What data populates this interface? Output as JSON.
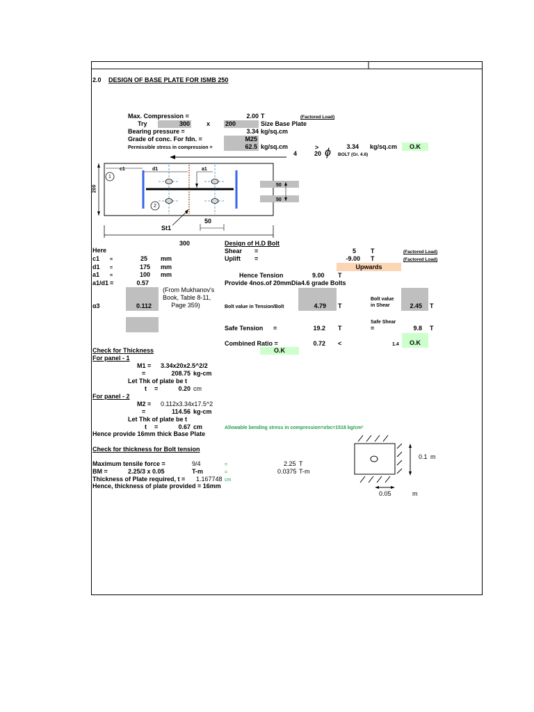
{
  "section": {
    "number": "2.0",
    "title": "DESIGN OF BASE PLATE FOR ISMB 250"
  },
  "summary": {
    "max_compression_label": "Max. Compression =",
    "max_compression_value": "2.00",
    "max_compression_unit": "T",
    "factored_load": "(Factored Load)",
    "try_label": "Try",
    "try_length": "300",
    "try_x": "x",
    "try_width": "200",
    "try_suffix": "Size Base Plate",
    "bearing_label": "Bearing pressure =",
    "bearing_value": "3.34",
    "bearing_unit": "kg/sq.cm",
    "grade_label": "Grade of conc. For fdn. =",
    "grade_value": "M25",
    "perm_label": "Permissible stress in compression  =",
    "perm_value": "62.5",
    "perm_unit": "kg/sq.cm",
    "gt": ">",
    "compare_value": "3.34",
    "compare_unit": "kg/sq.cm",
    "ok": "O.K",
    "bolt_count": "4",
    "bolt_dia": "20",
    "bolt_phi": "ϕ",
    "bolt_grade": "BOLT (Gr. 4.6)"
  },
  "diagram": {
    "c1": "c1",
    "d1": "d1",
    "a1": "a1",
    "dim_200": "200",
    "circle1": "1",
    "circle2": "2",
    "dim_50a": "50",
    "dim_50b": "50",
    "dim_50c": "50",
    "st1": "St1",
    "dim_300": "300"
  },
  "left": {
    "here": "Here",
    "c1_label": "c1",
    "c1_eq": "=",
    "c1_val": "25",
    "c1_unit": "mm",
    "d1_label": "d1",
    "d1_eq": "=",
    "d1_val": "175",
    "d1_unit": "mm",
    "a1_label": "a1",
    "a1_eq": "=",
    "a1_val": "100",
    "a1_unit": "mm",
    "ratio_label": "a1/d1",
    "ratio_eq": "=",
    "ratio_val": "0.57",
    "ref_line1": "(From Mukhanov's",
    "ref_line2": "Book, Table 8-11,",
    "ref_line3": "Page 359)",
    "alpha_label": "α3",
    "alpha_val": "0.112"
  },
  "bolt": {
    "title": "Design of H.D Bolt",
    "shear_label": "Shear",
    "shear_eq": "=",
    "shear_val": "5",
    "shear_unit": "T",
    "shear_note": "(Factored Load)",
    "uplift_label": "Uplift",
    "uplift_eq": "=",
    "uplift_val": "-9.00",
    "uplift_unit": "T",
    "uplift_note": "(Factored Load)",
    "upwards": "Upwards",
    "tension_label": "Hence Tension",
    "tension_val": "9.00",
    "tension_unit": "T",
    "provide_text": "Provide  4nos.of  20mmDia4.6 grade Bolts",
    "bv_tension_label": "Bolt value in Tension/Bolt",
    "bv_tension_val": "4.79",
    "bv_tension_unit": "T",
    "bv_shear_label1": "Bolt value",
    "bv_shear_label2": "in Shear",
    "bv_shear_val": "2.45",
    "bv_shear_unit": "T",
    "safe_shear_label1": "Safe Shear",
    "safe_shear_eq": "=",
    "safe_shear_val": "9.8",
    "safe_shear_unit": "T",
    "safe_tension_label": "Safe Tension",
    "safe_tension_eq": "=",
    "safe_tension_val": "19.2",
    "safe_tension_unit": "T",
    "combined_label": "Combined Ratio =",
    "combined_val": "0.72",
    "combined_lt": "<",
    "combined_limit": "1.4",
    "combined_ok": "O.K",
    "combined_ok2": "O.K"
  },
  "thickness": {
    "title": "Check for Thickness",
    "panel1": "For panel - 1",
    "m1_label": "M1 =",
    "m1_expr": "3.34x20x2.5^2/2",
    "m1_eq": "=",
    "m1_val": "208.75",
    "m1_unit": "kg-cm",
    "let1": "Let Thk of plate be t",
    "t1_label": "t",
    "t1_eq": "=",
    "t1_val": "0.20",
    "t1_unit": "cm",
    "panel2": "For panel - 2",
    "m2_label": "M2 =",
    "m2_expr": "0.112x3.34x17.5^2",
    "m2_eq": "=",
    "m2_val": "114.56",
    "m2_unit": "kg-cm",
    "let2": "Let Thk of plate be t",
    "t2_label": "t",
    "t2_eq": "=",
    "t2_val": "0.67",
    "t2_unit": "cm",
    "allowable": "Allowable bending stress in compression=σbc=1518 kg/cm²",
    "provide": "Hence provide 16mm thick Base Plate"
  },
  "bolt_tension": {
    "title": "Check for thickness for Bolt tension",
    "max_label": "Maximum tensile force =",
    "max_expr": "9/4",
    "max_eq": "=",
    "max_val": "2.25",
    "max_unit": "T",
    "bm_label": "BM =",
    "bm_expr": "2.25/3 x 0.05",
    "bm_unit_label": "T-m",
    "bm_eq": "=",
    "bm_val": "0.0375",
    "bm_unit": "T-m",
    "thk_label": "Thickness of Plate required, t =",
    "thk_val": "1.167748",
    "thk_unit": "cm",
    "hence": "Hence, thickness of plate provided = 16mm",
    "dim_01": "0.1",
    "dim_01_unit": "m",
    "dim_005": "0.05",
    "dim_005_unit": "m"
  }
}
